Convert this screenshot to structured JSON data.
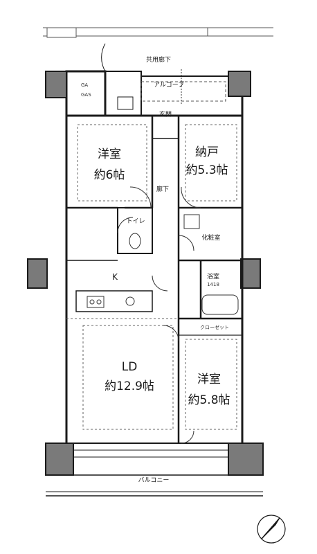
{
  "labels": {
    "corridor_common": "共用廊下",
    "alcove": "アルコーブ",
    "gas": "GAS",
    "ga": "GA",
    "entrance": "玄関",
    "western_room_1_name": "洋室",
    "western_room_1_size": "約6帖",
    "storage_room_name": "納戸",
    "storage_room_size": "約5.3帖",
    "hallway": "廊下",
    "toilet": "トイレ",
    "washroom": "化粧室",
    "bathroom": "浴室",
    "bath_size": "1418",
    "kitchen": "K",
    "ld_name": "LD",
    "ld_size": "約12.9帖",
    "western_room_2_name": "洋室",
    "western_room_2_size": "約5.8帖",
    "balcony": "バルコニー",
    "closet": "クローゼット"
  },
  "colors": {
    "wall": "#1a1a1a",
    "pillar_fill": "#7a7a7a",
    "line": "#333333"
  }
}
